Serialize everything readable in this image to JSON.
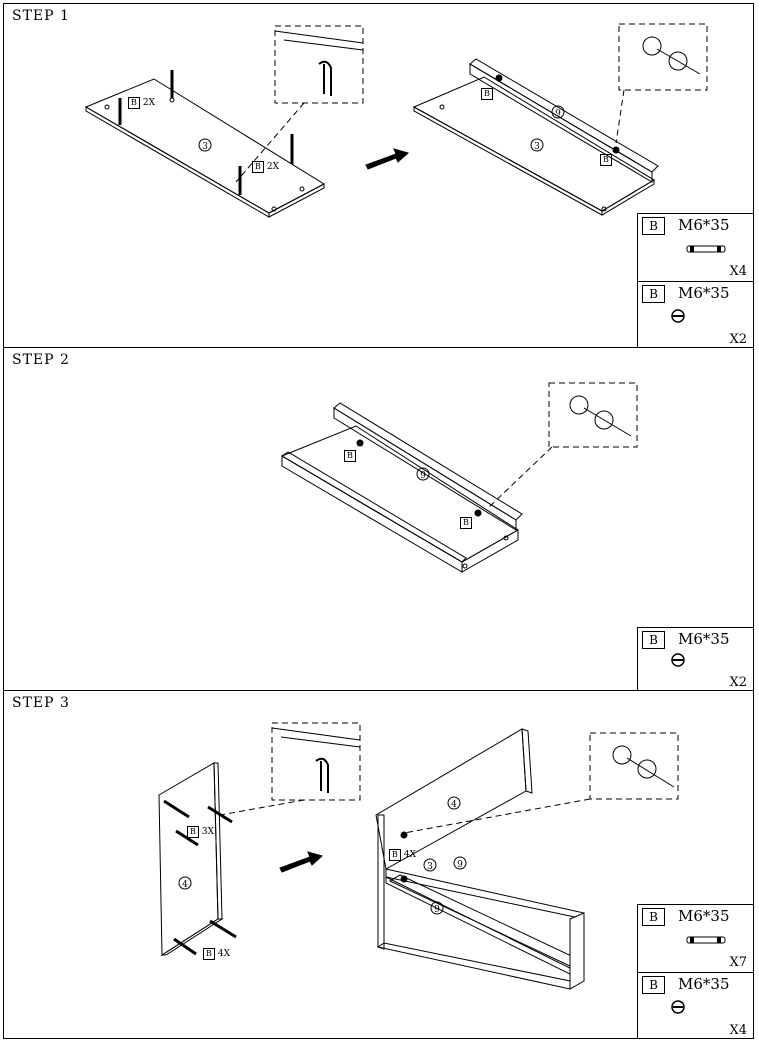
{
  "steps": [
    {
      "title": "STEP  1",
      "hardware": [
        {
          "code": "B",
          "spec": "M6*35",
          "qty": "X4",
          "icon": "cam-bolt-icon"
        },
        {
          "code": "B",
          "spec": "M6*35",
          "qty": "X2",
          "icon": "cam-lock-icon"
        }
      ],
      "callouts": {
        "left_a": "2X",
        "left_b": "2X",
        "code": "B"
      },
      "parts": {
        "board": "3",
        "rail": "9"
      }
    },
    {
      "title": "STEP  2",
      "hardware": [
        {
          "code": "B",
          "spec": "M6*35",
          "qty": "X2",
          "icon": "cam-lock-icon"
        }
      ],
      "callouts": {
        "code": "B"
      },
      "parts": {
        "rail": "9"
      }
    },
    {
      "title": "STEP  3",
      "hardware": [
        {
          "code": "B",
          "spec": "M6*35",
          "qty": "X7",
          "icon": "cam-bolt-icon"
        },
        {
          "code": "B",
          "spec": "M6*35",
          "qty": "X4",
          "icon": "cam-lock-icon"
        }
      ],
      "callouts": {
        "left_a": "3X",
        "left_b": "4X",
        "right": "4X",
        "code": "B"
      },
      "parts": {
        "side": "4",
        "board": "3",
        "rail": "9"
      }
    }
  ]
}
